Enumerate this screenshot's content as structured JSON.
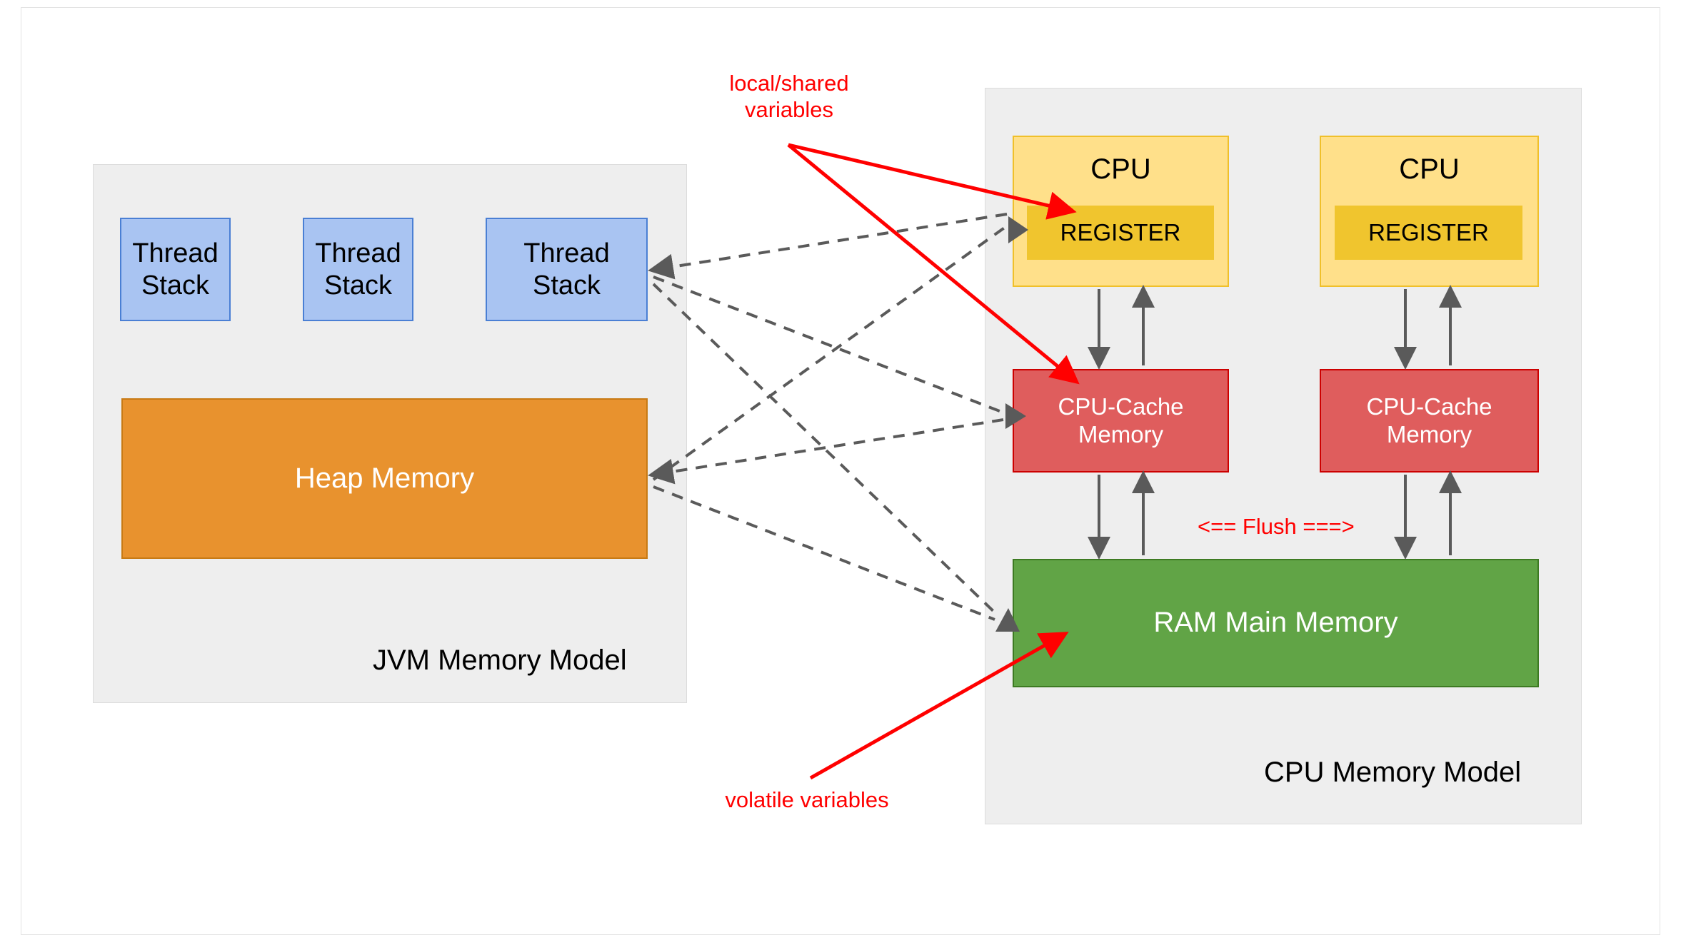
{
  "diagram": {
    "title": "JVM Memory Model and CPU Memory Model",
    "colors": {
      "thread_fill": "#a9c4f2",
      "thread_stroke": "#4a7fd4",
      "heap_fill": "#e8922e",
      "heap_stroke": "#c87a14",
      "cpu_fill": "#ffe08a",
      "cpu_stroke": "#f0c02a",
      "register_fill": "#f0c52e",
      "cache_fill": "#df5d5d",
      "cache_stroke": "#cc0000",
      "ram_fill": "#61a446",
      "ram_stroke": "#3d7a22",
      "panel_fill": "#eeeeee",
      "panel_stroke": "#dcdcdc",
      "annotation_red": "#ff0000",
      "connector_gray": "#5a5a5a"
    }
  },
  "jvm_panel": {
    "label": "JVM Memory Model",
    "thread_stacks": [
      {
        "label": "Thread\nStack"
      },
      {
        "label": "Thread\nStack"
      },
      {
        "label": "Thread\nStack"
      }
    ],
    "heap": {
      "label": "Heap Memory"
    }
  },
  "cpu_panel": {
    "label": "CPU Memory Model",
    "cpus": [
      {
        "label": "CPU",
        "register": {
          "label": "REGISTER"
        },
        "cache": {
          "label": "CPU-Cache\nMemory"
        }
      },
      {
        "label": "CPU",
        "register": {
          "label": "REGISTER"
        },
        "cache": {
          "label": "CPU-Cache\nMemory"
        }
      }
    ],
    "ram": {
      "label": "RAM Main Memory"
    },
    "flush": {
      "label": "<== Flush ===>"
    }
  },
  "annotations": {
    "local_shared": {
      "label": "local/shared\nvariables"
    },
    "volatile": {
      "label": "volatile variables"
    }
  }
}
